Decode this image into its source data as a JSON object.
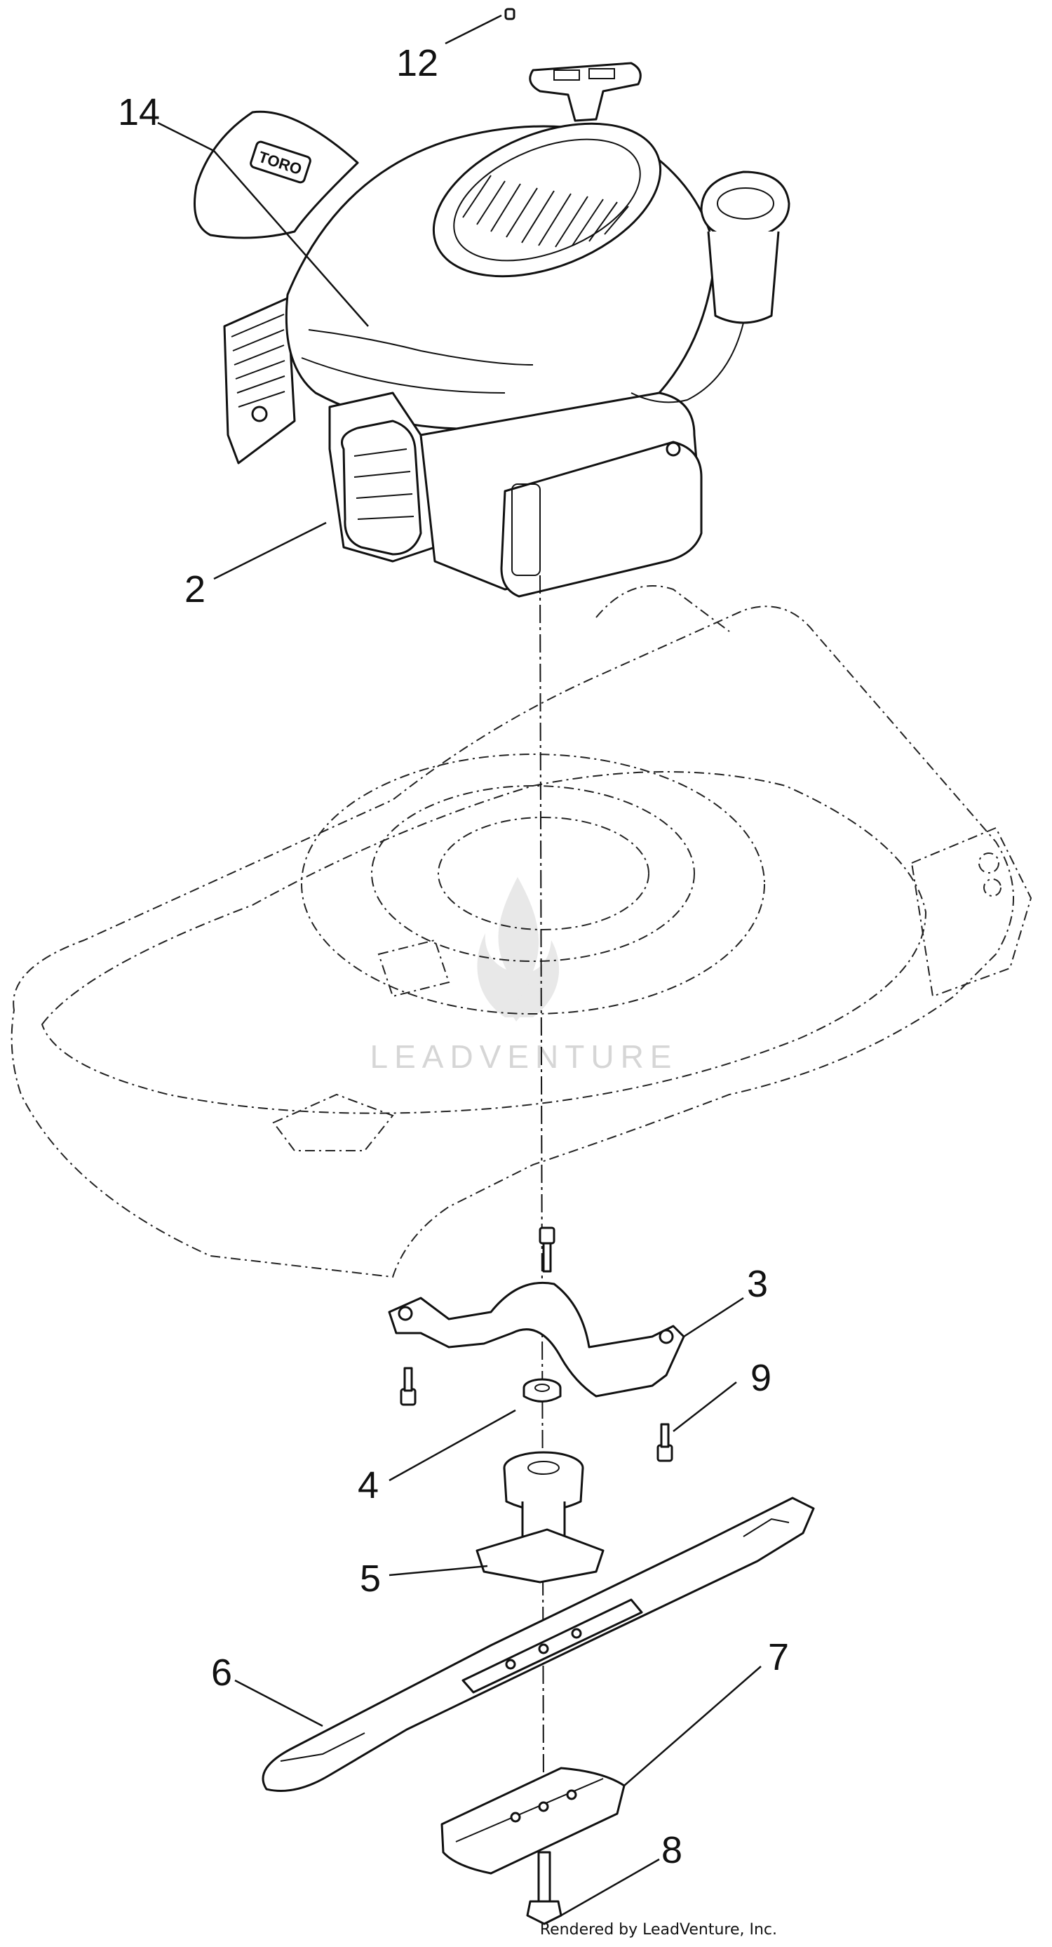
{
  "callouts": {
    "c12": "12",
    "c14": "14",
    "c2": "2",
    "c3": "3",
    "c9": "9",
    "c4": "4",
    "c5": "5",
    "c6": "6",
    "c7": "7",
    "c8": "8"
  },
  "credit": "Rendered by LeadVenture, Inc.",
  "watermark": "LEADVENTURE",
  "decal_text": "TORO",
  "colors": {
    "line": "#111111",
    "watermark": "#d6d6d6",
    "background": "#ffffff"
  }
}
